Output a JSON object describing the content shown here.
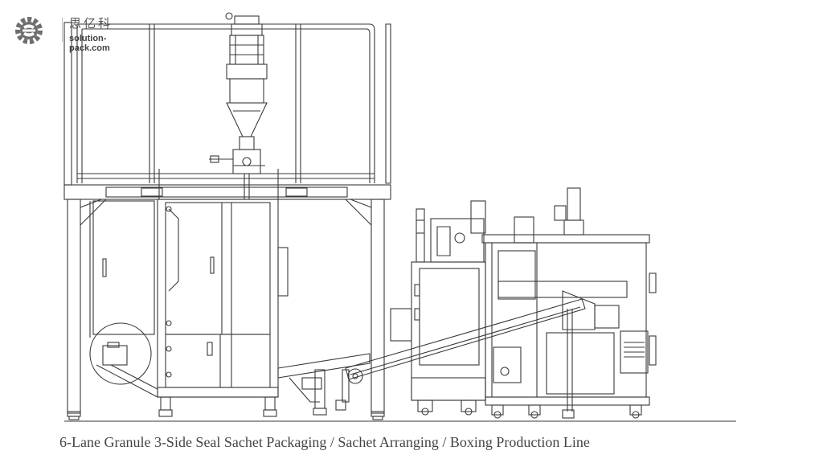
{
  "brand": {
    "name_cn": "思亿科",
    "url": "solution-pack.com",
    "logo_icon": "gear-s-logo-icon",
    "logo_color": "#6e6e6e"
  },
  "drawing": {
    "line_color": "#3a3a3a",
    "machines": [
      "vertical-packaging-machine",
      "sachet-conveyor",
      "sachet-arranging-machine",
      "boxing-machine"
    ]
  },
  "caption": "6-Lane Granule 3-Side Seal Sachet Packaging / Sachet Arranging / Boxing Production Line"
}
